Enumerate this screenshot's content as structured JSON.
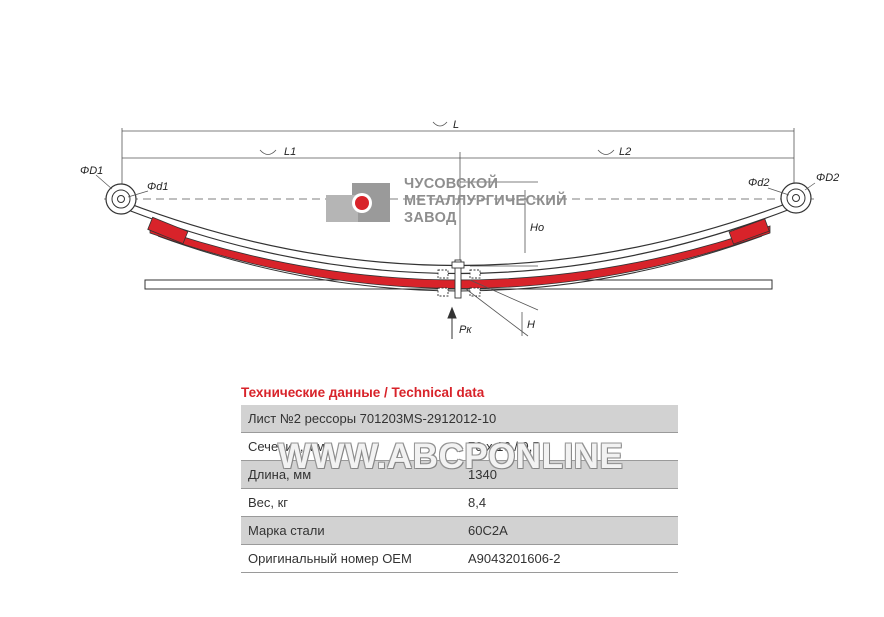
{
  "drawing": {
    "dim_L": "L",
    "dim_L1": "L1",
    "dim_L2": "L2",
    "dim_D1": "ΦD1",
    "dim_d1": "Φd1",
    "dim_D2": "ΦD2",
    "dim_d2": "Φd2",
    "dim_Ho": "Ho",
    "dim_H": "H",
    "dim_Pk": "Pк",
    "colors": {
      "leaf": "#d8232a",
      "line": "#333333",
      "logo_red": "#d8232a",
      "logo_grey": "#9a9a9a"
    }
  },
  "logo": {
    "line1": "ЧУСОВСКОЙ",
    "line2": "МЕТАЛЛУРГИЧЕСКИЙ",
    "line3": "ЗАВОД"
  },
  "table": {
    "title": "Технические данные / Technical data",
    "header": "Лист №2 рессоры 701203MS-2912012-10",
    "rows": [
      {
        "key": "Сечение, мм",
        "value": "70 x 16 / 9,5"
      },
      {
        "key": "Длина, мм",
        "value": "1340"
      },
      {
        "key": "Вес, кг",
        "value": "8,4"
      },
      {
        "key": "Марка стали",
        "value": "60С2А"
      },
      {
        "key": "Оригинальный номер OEM",
        "value": "A9043201606-2"
      }
    ]
  },
  "watermark": "WWW.ABCPONLINE"
}
